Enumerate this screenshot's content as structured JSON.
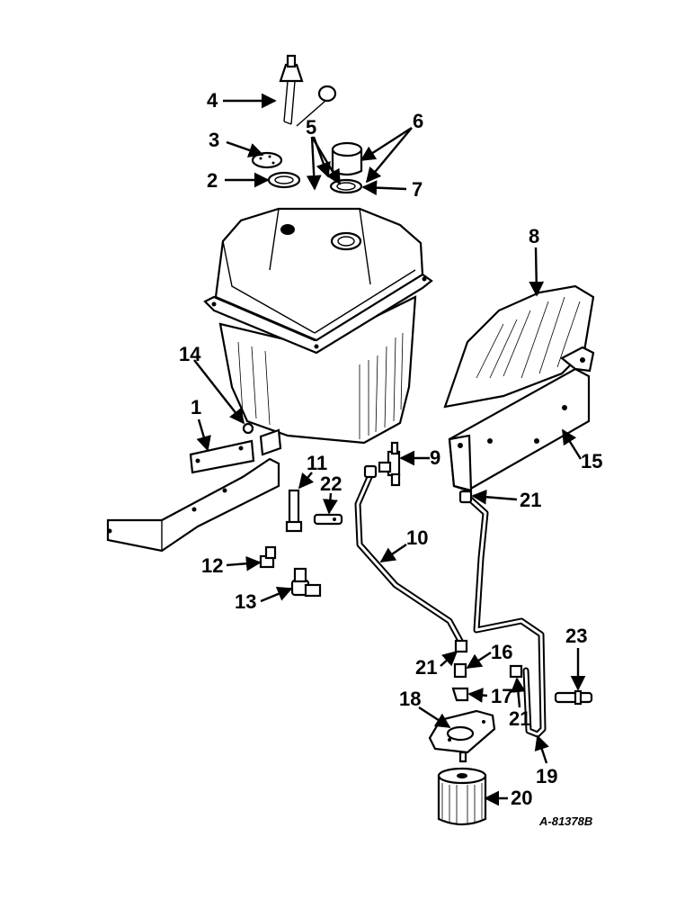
{
  "diagram": {
    "reference_code": "A-81378B",
    "callouts": [
      "1",
      "2",
      "3",
      "4",
      "5",
      "6",
      "7",
      "8",
      "9",
      "10",
      "11",
      "12",
      "13",
      "14",
      "15",
      "16",
      "17",
      "18",
      "19",
      "20",
      "21",
      "22",
      "23"
    ]
  }
}
